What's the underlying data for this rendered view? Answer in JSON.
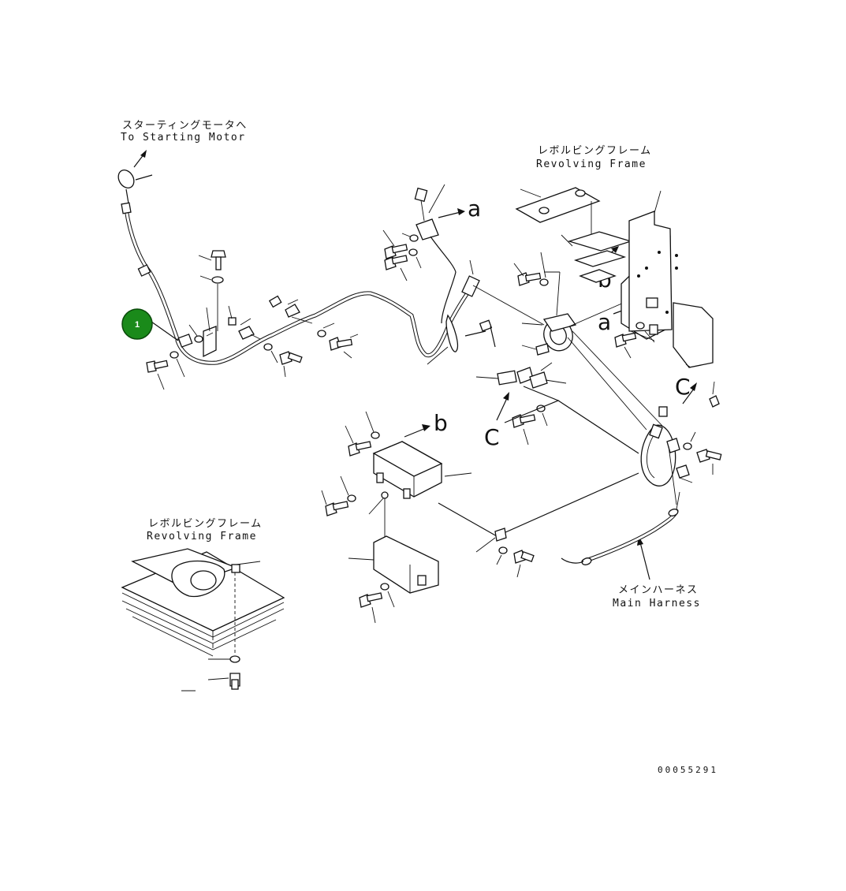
{
  "labels": {
    "starting_motor_jp": "スターティングモータへ",
    "starting_motor_en": "To Starting Motor",
    "revolving_frame_jp_top": "レボルビングフレーム",
    "revolving_frame_en_top": "Revolving Frame",
    "revolving_frame_jp_left": "レボルビングフレーム",
    "revolving_frame_en_left": "Revolving Frame",
    "main_harness_jp": "メインハーネス",
    "main_harness_en": "Main Harness"
  },
  "refs": {
    "a_top": "a",
    "a_mid": "a",
    "b_top": "b",
    "b_box": "b",
    "c_left": "C",
    "c_right": "C"
  },
  "callout": {
    "number": "1",
    "color": "#1a8a1a"
  },
  "drawing_code": "00055291"
}
